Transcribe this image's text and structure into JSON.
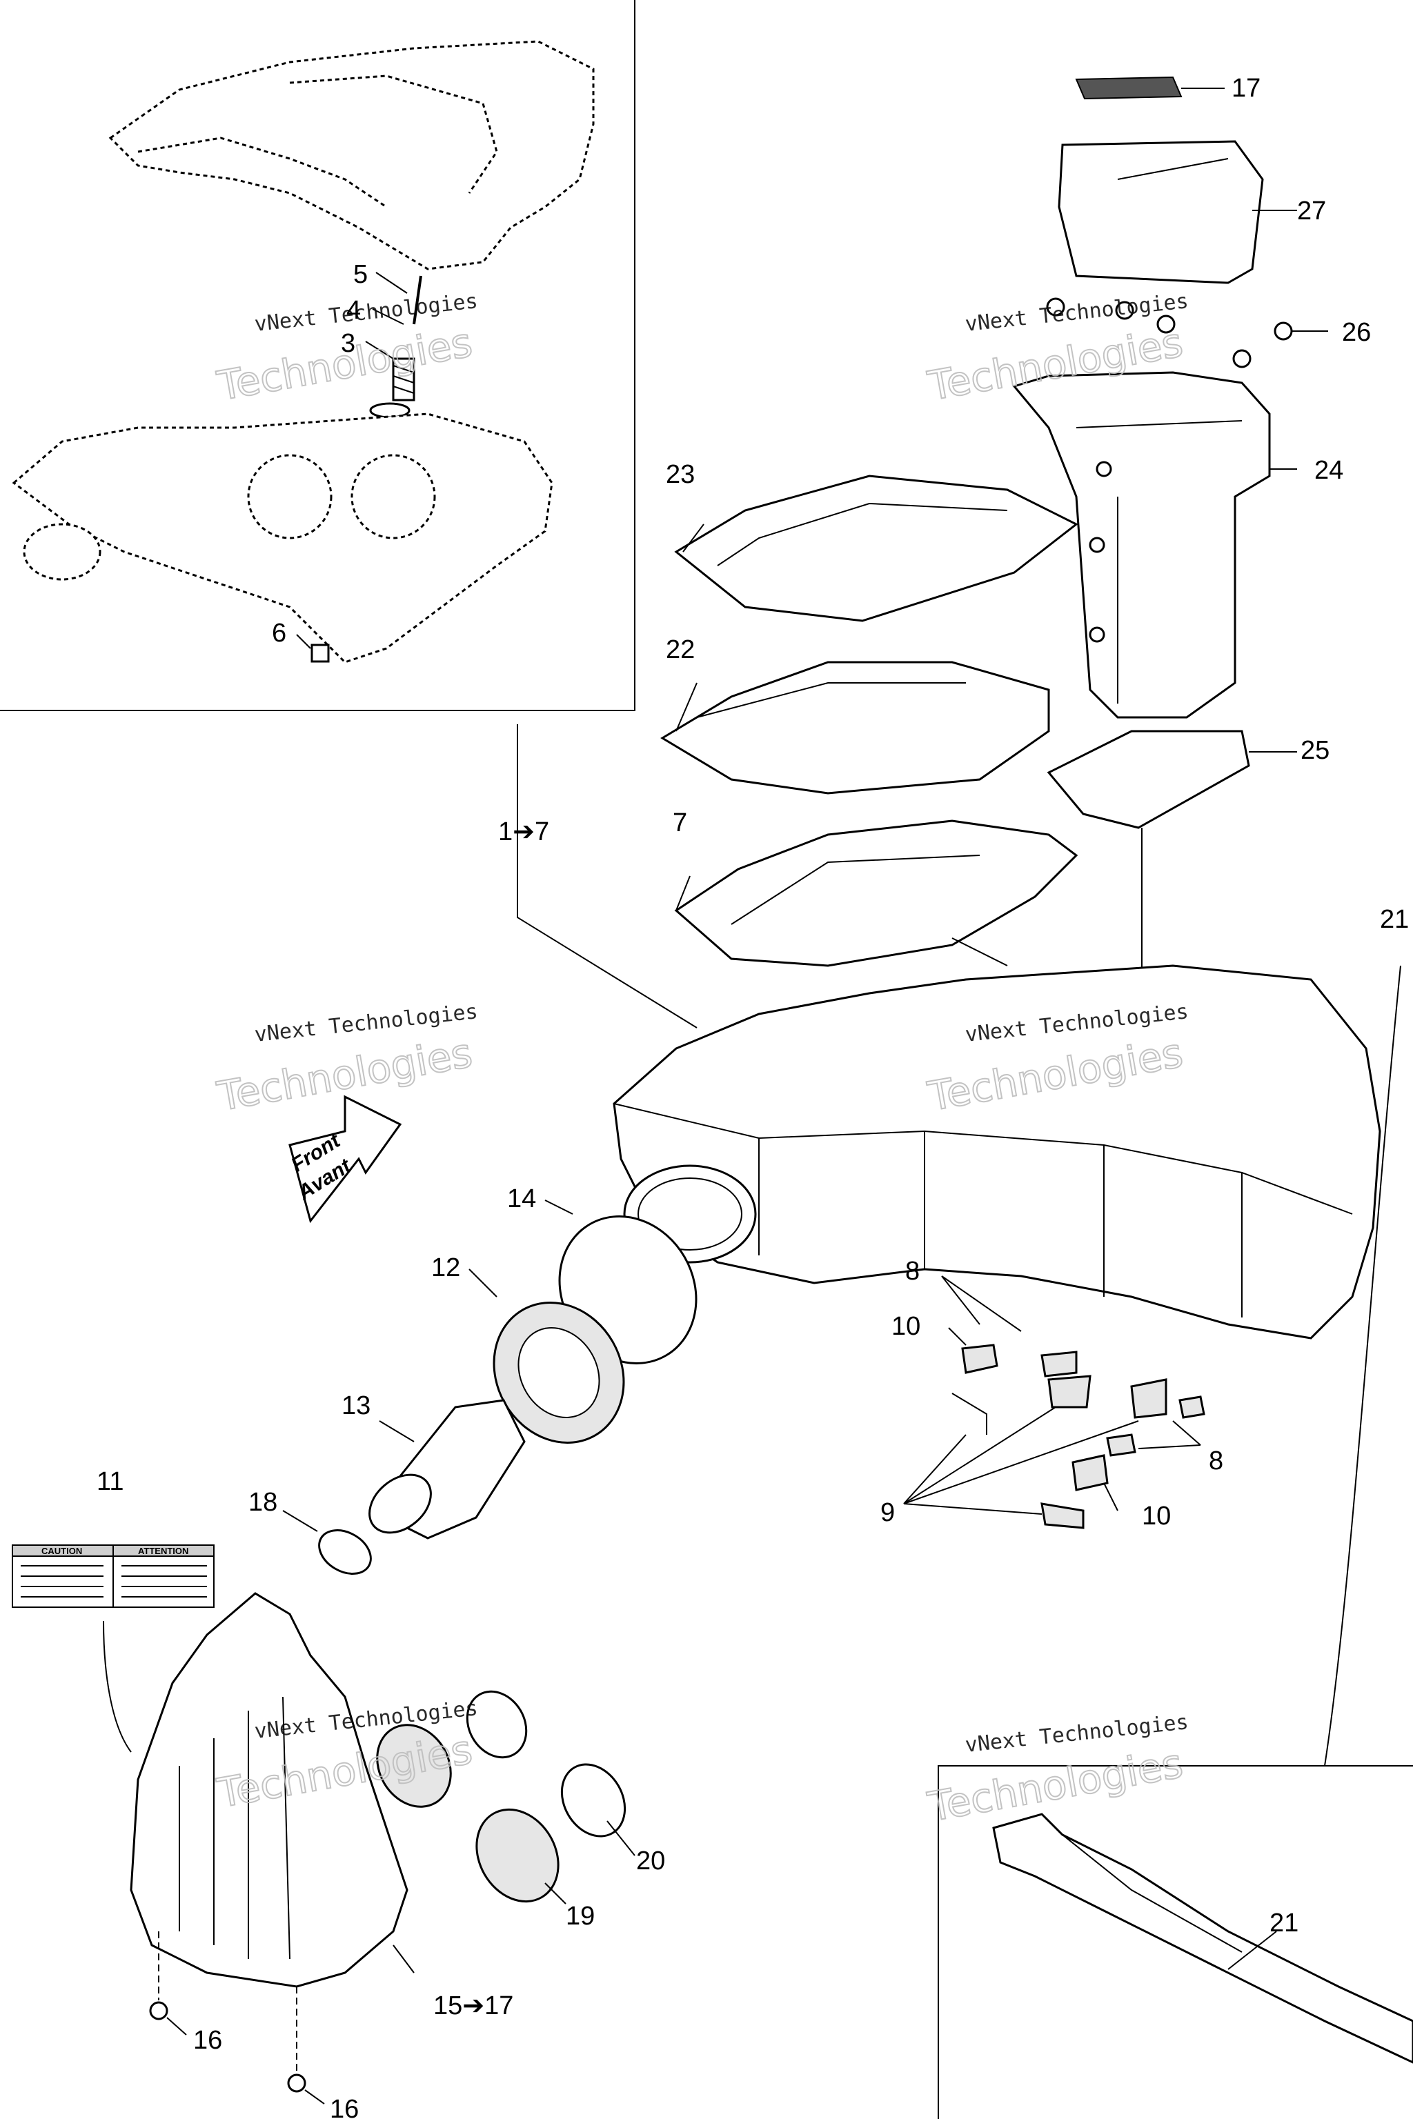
{
  "callouts": {
    "c17_top": "17",
    "c27": "27",
    "c26": "26",
    "c24": "24",
    "c25": "25",
    "c23": "23",
    "c22": "22",
    "c7": "7",
    "c1to7": "1➔7",
    "c21_right": "21",
    "c5": "5",
    "c4": "4",
    "c3": "3",
    "c6": "6",
    "c14": "14",
    "c12": "12",
    "c13": "13",
    "c8_a": "8",
    "c10_a": "10",
    "c8_b": "8",
    "c9": "9",
    "c10_b": "10",
    "c11": "11",
    "c18": "18",
    "c20": "20",
    "c19": "19",
    "c15to17": "15➔17",
    "c16_a": "16",
    "c16_b": "16",
    "c21_inset": "21"
  },
  "front_arrow": {
    "line1": "Front",
    "line2": "Avant"
  },
  "warning_label": {
    "caution": "CAUTION",
    "attention": "ATTENTION"
  },
  "watermarks": {
    "line1": "vNext Technologies",
    "line2": "Technologies"
  }
}
